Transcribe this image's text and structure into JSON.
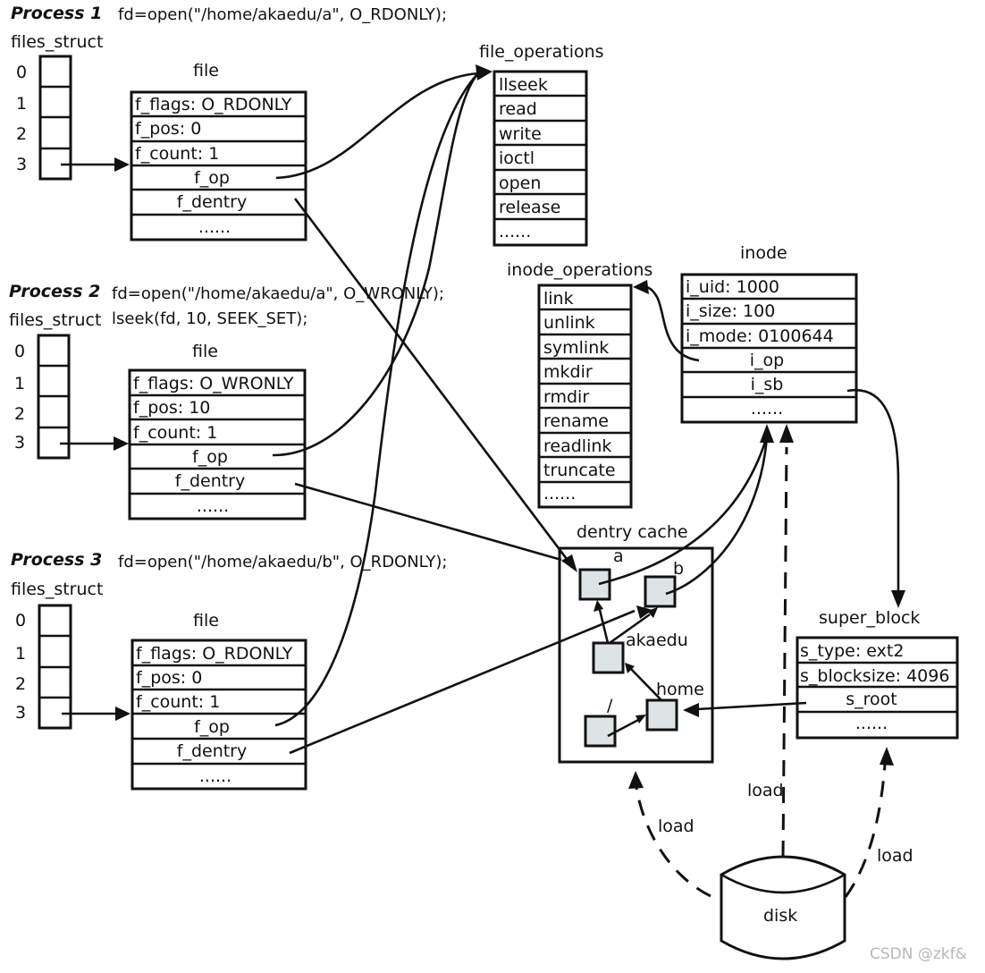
{
  "processes": [
    {
      "title": "Process 1",
      "code_lines": [
        "fd=open(\"/home/akaedu/a\", O_RDONLY);"
      ],
      "files_struct_label": "files_struct",
      "fd_indices": [
        "0",
        "1",
        "2",
        "3"
      ],
      "file_label": "file",
      "file_fields": [
        "f_flags: O_RDONLY",
        "f_pos: 0",
        "f_count: 1",
        "f_op",
        "f_dentry",
        "......"
      ]
    },
    {
      "title": "Process 2",
      "code_lines": [
        "fd=open(\"/home/akaedu/a\", O_WRONLY);",
        "lseek(fd, 10, SEEK_SET);"
      ],
      "files_struct_label": "files_struct",
      "fd_indices": [
        "0",
        "1",
        "2",
        "3"
      ],
      "file_label": "file",
      "file_fields": [
        "f_flags: O_WRONLY",
        "f_pos: 10",
        "f_count: 1",
        "f_op",
        "f_dentry",
        "......"
      ]
    },
    {
      "title": "Process 3",
      "code_lines": [
        "fd=open(\"/home/akaedu/b\", O_RDONLY);"
      ],
      "files_struct_label": "files_struct",
      "fd_indices": [
        "0",
        "1",
        "2",
        "3"
      ],
      "file_label": "file",
      "file_fields": [
        "f_flags: O_RDONLY",
        "f_pos: 0",
        "f_count: 1",
        "f_op",
        "f_dentry",
        "......"
      ]
    }
  ],
  "file_operations": {
    "label": "file_operations",
    "items": [
      "llseek",
      "read",
      "write",
      "ioctl",
      "open",
      "release",
      "......"
    ]
  },
  "inode_operations": {
    "label": "inode_operations",
    "items": [
      "link",
      "unlink",
      "symlink",
      "mkdir",
      "rmdir",
      "rename",
      "readlink",
      "truncate",
      "......"
    ]
  },
  "inode": {
    "label": "inode",
    "fields": [
      "i_uid: 1000",
      "i_size: 100",
      "i_mode: 0100644",
      "i_op",
      "i_sb",
      "......"
    ]
  },
  "dentry_cache": {
    "label": "dentry cache",
    "nodes": [
      "a",
      "b",
      "akaedu",
      "/",
      "home"
    ]
  },
  "super_block": {
    "label": "super_block",
    "fields": [
      "s_type: ext2",
      "s_blocksize: 4096",
      "s_root",
      "......"
    ]
  },
  "disk": {
    "label": "disk",
    "load_labels": [
      "load",
      "load",
      "load"
    ]
  },
  "watermark": "CSDN @zkf&"
}
